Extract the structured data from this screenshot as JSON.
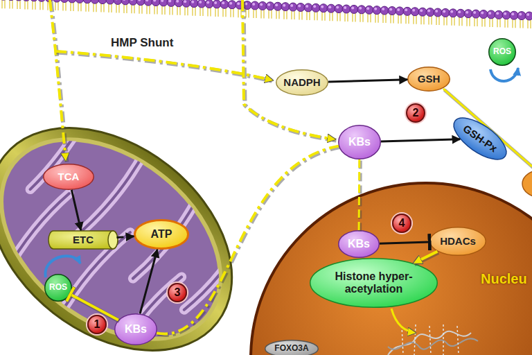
{
  "diagram": {
    "nodes": [
      {
        "text": [
          "NADPH"
        ]
      },
      {
        "text": [
          "GSH"
        ]
      },
      {
        "text": [
          "ROS"
        ]
      },
      {
        "text": [
          "KBs"
        ]
      },
      {
        "text": [
          "GSH-Px"
        ]
      },
      {
        "text": [
          "TCA"
        ]
      },
      {
        "text": [
          "ETC"
        ]
      },
      {
        "text": [
          "ATP"
        ]
      },
      {
        "text": [
          "ROS"
        ]
      },
      {
        "text": [
          "KBs"
        ]
      },
      {
        "text": [
          "Nucleu"
        ]
      },
      {
        "text": [
          "KBs"
        ],
        "in": 10
      },
      {
        "text": [
          "HDACs"
        ],
        "in": 10
      },
      {
        "text": [
          "Histone hyper-acetylation"
        ],
        "in": 10
      },
      {
        "text": [
          "FOXO3A"
        ],
        "in": 10
      }
    ],
    "edges": [
      {
        "from": 0,
        "to": 1,
        "arrow": "to"
      },
      {
        "from": 3,
        "to": 4,
        "arrow": "to"
      },
      {
        "from": 5,
        "to": 6,
        "arrow": "to"
      },
      {
        "from": 6,
        "to": 7,
        "arrow": "to"
      },
      {
        "from": 9,
        "to": 7,
        "arrow": "to"
      },
      {
        "from": 9,
        "to": 8,
        "arrow": "to"
      },
      {
        "from": 9,
        "to": 3,
        "arrow": "none"
      },
      {
        "from": 3,
        "to": 11,
        "arrow": "none"
      },
      {
        "from": 11,
        "to": 12,
        "arrow": "to"
      },
      {
        "from": 12,
        "to": 13,
        "arrow": "to"
      }
    ],
    "labels": [
      "HMP Shunt",
      "2",
      "1",
      "3",
      "4"
    ]
  }
}
